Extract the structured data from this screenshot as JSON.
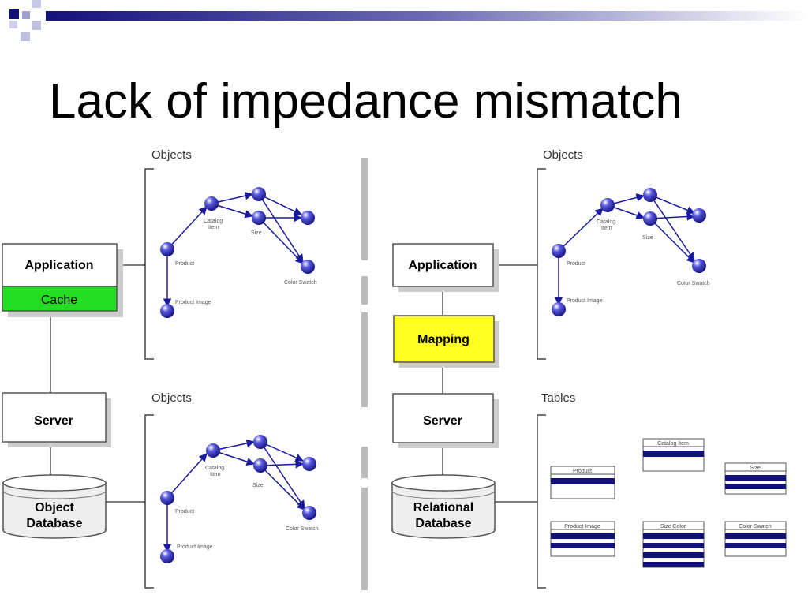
{
  "slide": {
    "title": "Lack of impedance mismatch"
  },
  "colors": {
    "node": "#1a1a9c",
    "accent": "#12127a",
    "cache": "#22dd22",
    "mapping": "#ffff22",
    "shadow": "#cccccc",
    "deco_light": "#a0a0d0"
  },
  "object_db_side": {
    "objects_top_label": "Objects",
    "objects_bottom_label": "Objects",
    "application_label": "Application",
    "cache_label": "Cache",
    "server_label": "Server",
    "database_label_line1": "Object",
    "database_label_line2": "Database"
  },
  "relational_side": {
    "objects_label": "Objects",
    "tables_label": "Tables",
    "application_label": "Application",
    "mapping_label": "Mapping",
    "server_label": "Server",
    "database_label_line1": "Relational",
    "database_label_line2": "Database"
  },
  "object_graph": {
    "catalog_item_line1": "Catalog",
    "catalog_item_line2": "Item",
    "size": "Size",
    "product": "Product",
    "color_swatch": "Color Swatch",
    "product_image": "Product Image"
  },
  "tables": {
    "catalog_item": "Catalog Item",
    "product": "Product",
    "size": "Size",
    "product_image": "Product Image",
    "size_color": "Size Color",
    "color_swatch": "Color Swatch"
  }
}
